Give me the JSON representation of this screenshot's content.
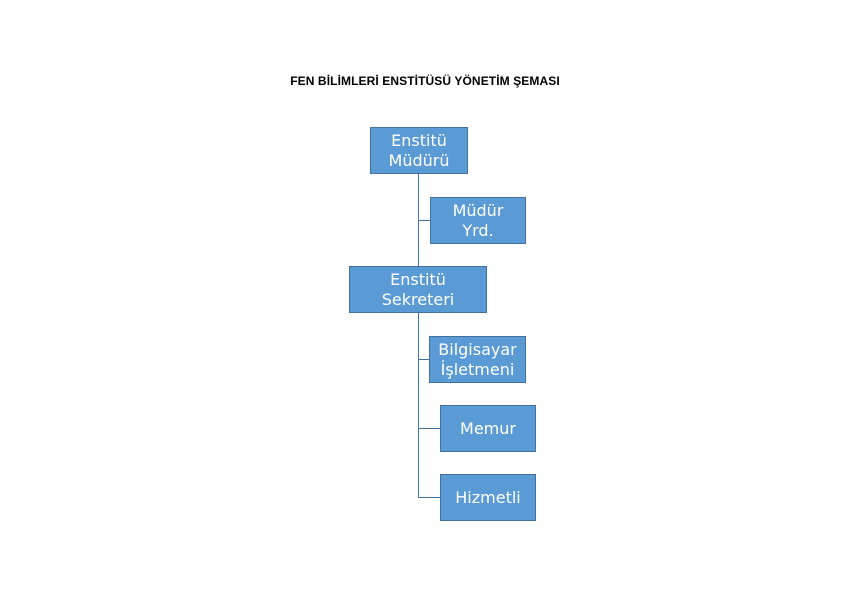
{
  "title": "FEN BİLİMLERİ ENSTİTÜSÜ YÖNETİM ŞEMASI",
  "colors": {
    "box_fill": "#5b9bd5",
    "connector": "#41719c",
    "text": "#ffffff"
  },
  "nodes": {
    "director": {
      "line1": "Enstitü",
      "line2": "Müdürü"
    },
    "deputy": {
      "line1": "Müdür",
      "line2": "Yrd."
    },
    "secretary": {
      "line1": "Enstitü",
      "line2": "Sekreteri"
    },
    "computer_operator": {
      "line1": "Bilgisayar",
      "line2": "İşletmeni"
    },
    "officer": {
      "line1": "Memur"
    },
    "servant": {
      "line1": "Hizmetli"
    }
  }
}
